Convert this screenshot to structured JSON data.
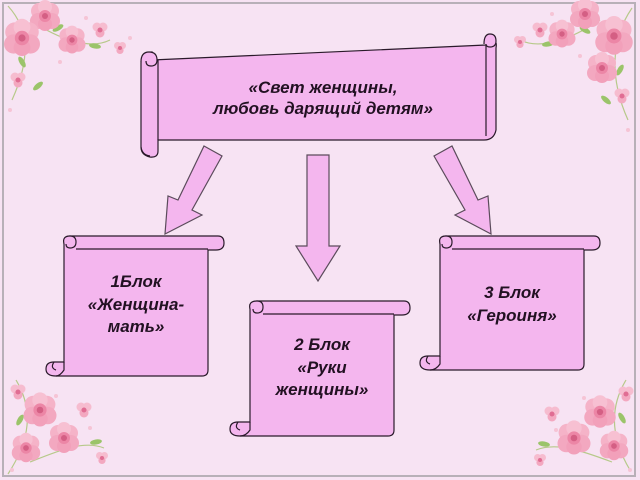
{
  "colors": {
    "background": "#F7E3F3",
    "frame": "#B8B0B8",
    "scroll_fill": "#F4B6EE",
    "scroll_stroke": "#2A1A2A",
    "arrow_fill": "#F4B6EE",
    "text": "#221122",
    "flower_pink": "#F3A8C0",
    "flower_center": "#E4688E",
    "leaf": "#9BC46A"
  },
  "title_scroll": {
    "line1": "«Свет женщины,",
    "line2": "любовь дарящий детям»"
  },
  "blocks": [
    {
      "line1": "1Блок",
      "line2": "«Женщина-",
      "line3": "мать»"
    },
    {
      "line1": "2 Блок",
      "line2": "«Руки",
      "line3": "женщины»"
    },
    {
      "line1": "3 Блок",
      "line2": "«Героиня»"
    }
  ],
  "decor": {
    "corner_icon": "pink-rose-icon",
    "arrow_icon": "down-arrow-icon"
  }
}
